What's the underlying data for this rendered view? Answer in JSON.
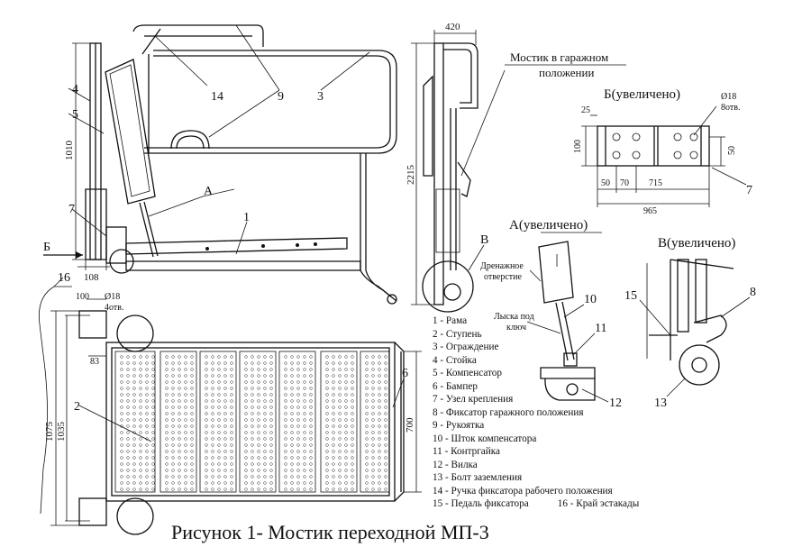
{
  "caption": "Рисунок 1- Мостик переходной МП-3",
  "legend": [
    "1 - Рама",
    "2 - Ступень",
    "3 - Ограждение",
    "4 - Стойка",
    "5 - Компенсатор",
    "6 - Бампер",
    "7 - Узел крепления",
    "8 - Фиксатор гаражного положения",
    "9 - Рукоятка",
    "10 - Шток компенсатора",
    "11 - Контргайка",
    "12 - Вилка",
    "13 - Болт заземления",
    "14 - Ручка фиксатора рабочего положения",
    "15 - Педаль фиксатора",
    "16 - Край эстакады"
  ],
  "views": {
    "b_title": "Б(увеличено)",
    "a_title": "А(увеличено)",
    "v_title": "В(увеличено)",
    "garage_note_1": "Мостик в гаражном",
    "garage_note_2": "положении",
    "drain_1": "Дренажное",
    "drain_2": "отверстие",
    "flat_1": "Лыска под",
    "flat_2": "ключ"
  },
  "labels": {
    "n1": "1",
    "n2": "2",
    "n3": "3",
    "n4": "4",
    "n5": "5",
    "n6": "6",
    "n7": "7",
    "n7b": "7",
    "n8": "8",
    "n9": "9",
    "n10": "10",
    "n11": "11",
    "n12": "12",
    "n13": "13",
    "n14": "14",
    "n15": "15",
    "n16": "16",
    "A": "А",
    "B": "Б",
    "V": "В"
  },
  "dims": {
    "d1010": "1010",
    "d108": "108",
    "d420": "420",
    "d2215": "2215",
    "d25": "25",
    "d100b": "100",
    "d18holes_1": "Ø18",
    "d18holes_2": "8отв.",
    "d50a": "50",
    "d70": "70",
    "d715": "715",
    "d50b": "50",
    "d965": "965",
    "d100": "100",
    "d18_1": "Ø18",
    "d18_2": "4отв.",
    "d83": "83",
    "d1075": "1075",
    "d1035": "1035",
    "d700": "700"
  }
}
